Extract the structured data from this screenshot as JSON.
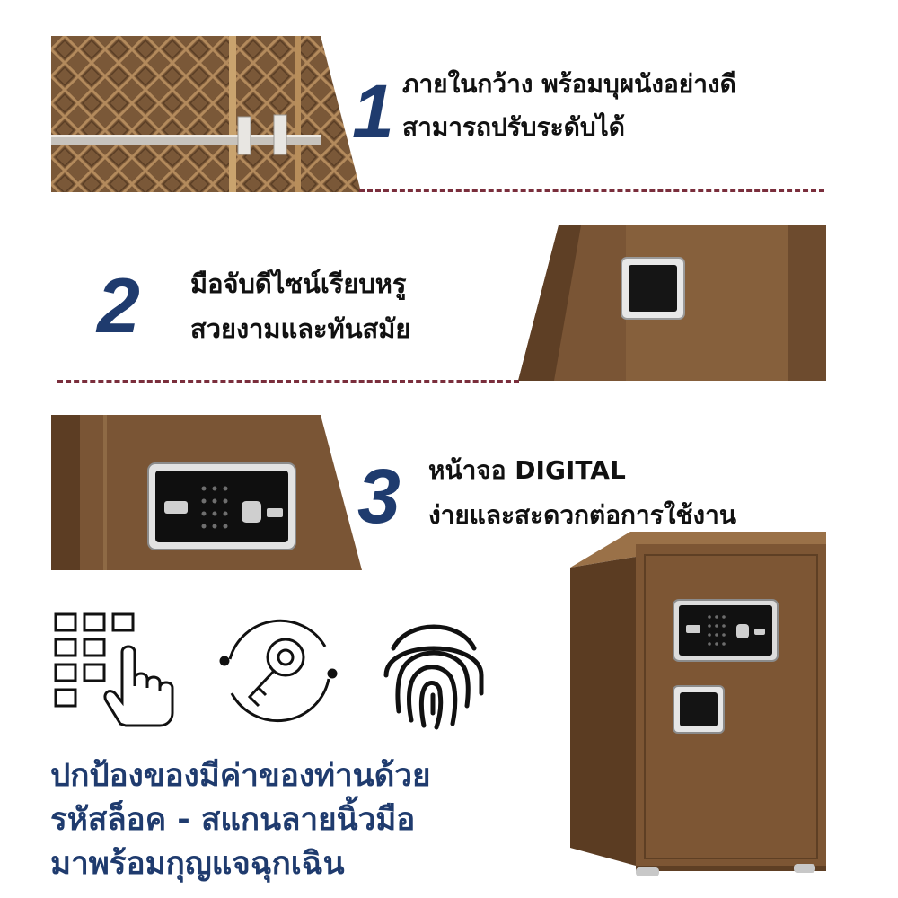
{
  "features": [
    {
      "number": "1",
      "line1": "ภายในกว้าง  พร้อมบุผนังอย่างดี",
      "line2": "สามารถปรับระดับได้"
    },
    {
      "number": "2",
      "line1": "มือจับดีไซน์เรียบหรู",
      "line2": "สวยงามและทันสมัย"
    },
    {
      "number": "3",
      "line1": "หน้าจอ  DIGITAL",
      "line2": "ง่ายและสะดวกต่อการใช้งาน"
    }
  ],
  "icons": [
    "keypad-touch-icon",
    "key-icon",
    "fingerprint-icon"
  ],
  "bottom_text": {
    "line1": "ปกป้องของมีค่าของท่านด้วย",
    "line2": "รหัสล็อค  -  สแกนลายนิ้วมือ",
    "line3": "มาพร้อมกุญแจฉุกเฉิน"
  },
  "colors": {
    "accent_blue": "#1f3b6e",
    "safe_brown": "#7a5535",
    "dash_maroon": "#7a2e3c"
  }
}
